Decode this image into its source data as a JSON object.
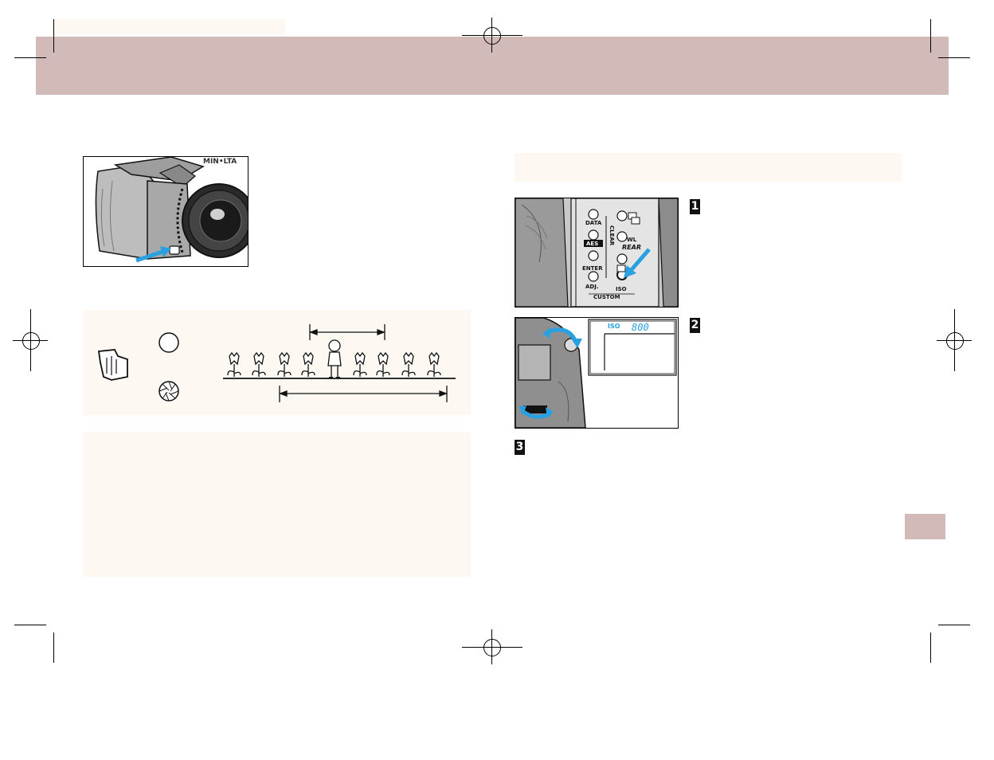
{
  "camera_photo": {
    "brand": "MIN•LTA"
  },
  "control_panel": {
    "buttons": {
      "data": "DATA",
      "aes": "AES",
      "enter": "ENTER",
      "adj": "ADJ.",
      "clear": "CLEAR",
      "rear": "REAR",
      "wl": "WL",
      "iso": "ISO",
      "custom": "CUSTOM"
    }
  },
  "lcd_display": {
    "iso_label": "ISO",
    "iso_value": "800"
  },
  "steps": [
    "1",
    "2",
    "3"
  ],
  "colors": {
    "header_band": "#d1bab8",
    "beige_panel": "#fdf8f1",
    "arrow_blue": "#2aa0e0"
  }
}
